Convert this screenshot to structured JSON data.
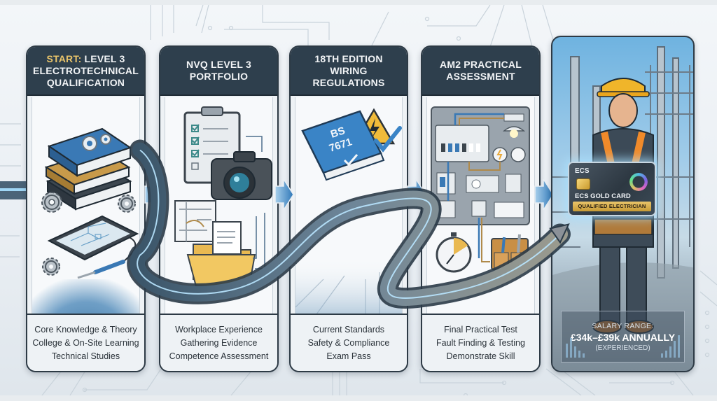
{
  "diagram": {
    "theme_colors": {
      "header_bg": "#2e3f4d",
      "header_text": "#f2f4f6",
      "start_accent": "#e9c46a",
      "arrow_blue": "#3f86c4",
      "panel_bg": "#eef2f5",
      "border": "#2d3a45"
    },
    "stages": [
      {
        "title_accent": "START:",
        "title": "LEVEL 3 ELECTROTECHNICAL QUALIFICATION",
        "illustration": "books-gears-tablet-soldering-iron",
        "lines": [
          "Core Knowledge & Theory",
          "College & On-Site Learning",
          "Technical Studies"
        ]
      },
      {
        "title_accent": "",
        "title": "NVQ LEVEL 3 PORTFOLIO",
        "illustration": "clipboard-camera-photo-folder",
        "lines": [
          "Workplace Experience",
          "Gathering Evidence",
          "Competence Assessment"
        ]
      },
      {
        "title_accent": "",
        "title": "18TH EDITION WIRING REGULATIONS",
        "illustration": "bs7671-book-warning-sign-checkmark",
        "book_label_line1": "BS",
        "book_label_line2": "7671",
        "lines": [
          "Current Standards",
          "Safety & Compliance",
          "Exam Pass"
        ]
      },
      {
        "title_accent": "",
        "title": "AM2 PRACTICAL ASSESSMENT",
        "illustration": "wiring-board-stopwatch-tool-pouch",
        "lines": [
          "Final Practical Test",
          "Fault Finding & Testing",
          "Demonstrate Skill"
        ]
      }
    ],
    "final": {
      "illustration": "electrician-on-construction-site",
      "card": {
        "issuer": "ECS",
        "name": "ECS GOLD CARD",
        "role": "QUALIFIED ELECTRICIAN"
      },
      "salary": {
        "label": "SALARY RANGE:",
        "value": "£34k–£39k ANNUALLY",
        "note": "(EXPERIENCED)"
      }
    }
  }
}
